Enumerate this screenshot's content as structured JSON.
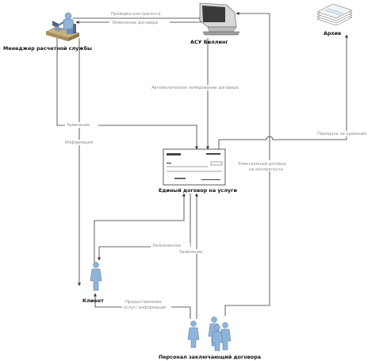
{
  "nodes": {
    "manager": "Менеджер расчетной службы",
    "asu": "АСУ Биллинг",
    "archive": "Архив",
    "contract": "Единый договор на услуги",
    "client": "Клиент",
    "personnel": "Персонал заключающий договора"
  },
  "flows": {
    "check_contractor_1": "Проверка контрагента",
    "check_contractor_2": "Изменение договора",
    "auto_numbering": "Автоматическое нумерование договора",
    "application_top": "Заявление",
    "information_left": "Информация",
    "transfer_archive": "Передача на хранение",
    "electronic_contract_1": "Электронный договор",
    "electronic_contract_2": "на контрагента",
    "signed_application_1": "Заполненное",
    "signed_application_2": "Заявление",
    "provide_info_1": "Предоставление",
    "provide_info_2": "услуг/ информации"
  },
  "colors": {
    "edge": "#333333",
    "label": "#8a8a8a",
    "person": "#8fb3d9",
    "person_dark": "#4f7aa6",
    "monitor": "#d8d8d8"
  }
}
